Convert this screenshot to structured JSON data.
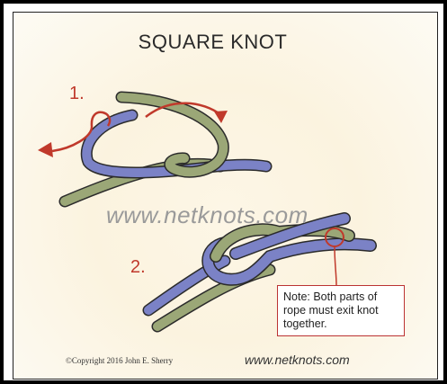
{
  "title": "SQUARE KNOT",
  "steps": [
    {
      "number": "1."
    },
    {
      "number": "2."
    }
  ],
  "watermark": "www.netknots.com",
  "note": "Note: Both parts of rope must exit knot together.",
  "footer": {
    "copyright": "©Copyright 2016 John E. Sherry",
    "site": "www.netknots.com"
  },
  "colors": {
    "rope_green": "#9ba777",
    "rope_blue": "#7b82c6",
    "outline": "#2b2b2b",
    "accent_red": "#c0392b"
  }
}
